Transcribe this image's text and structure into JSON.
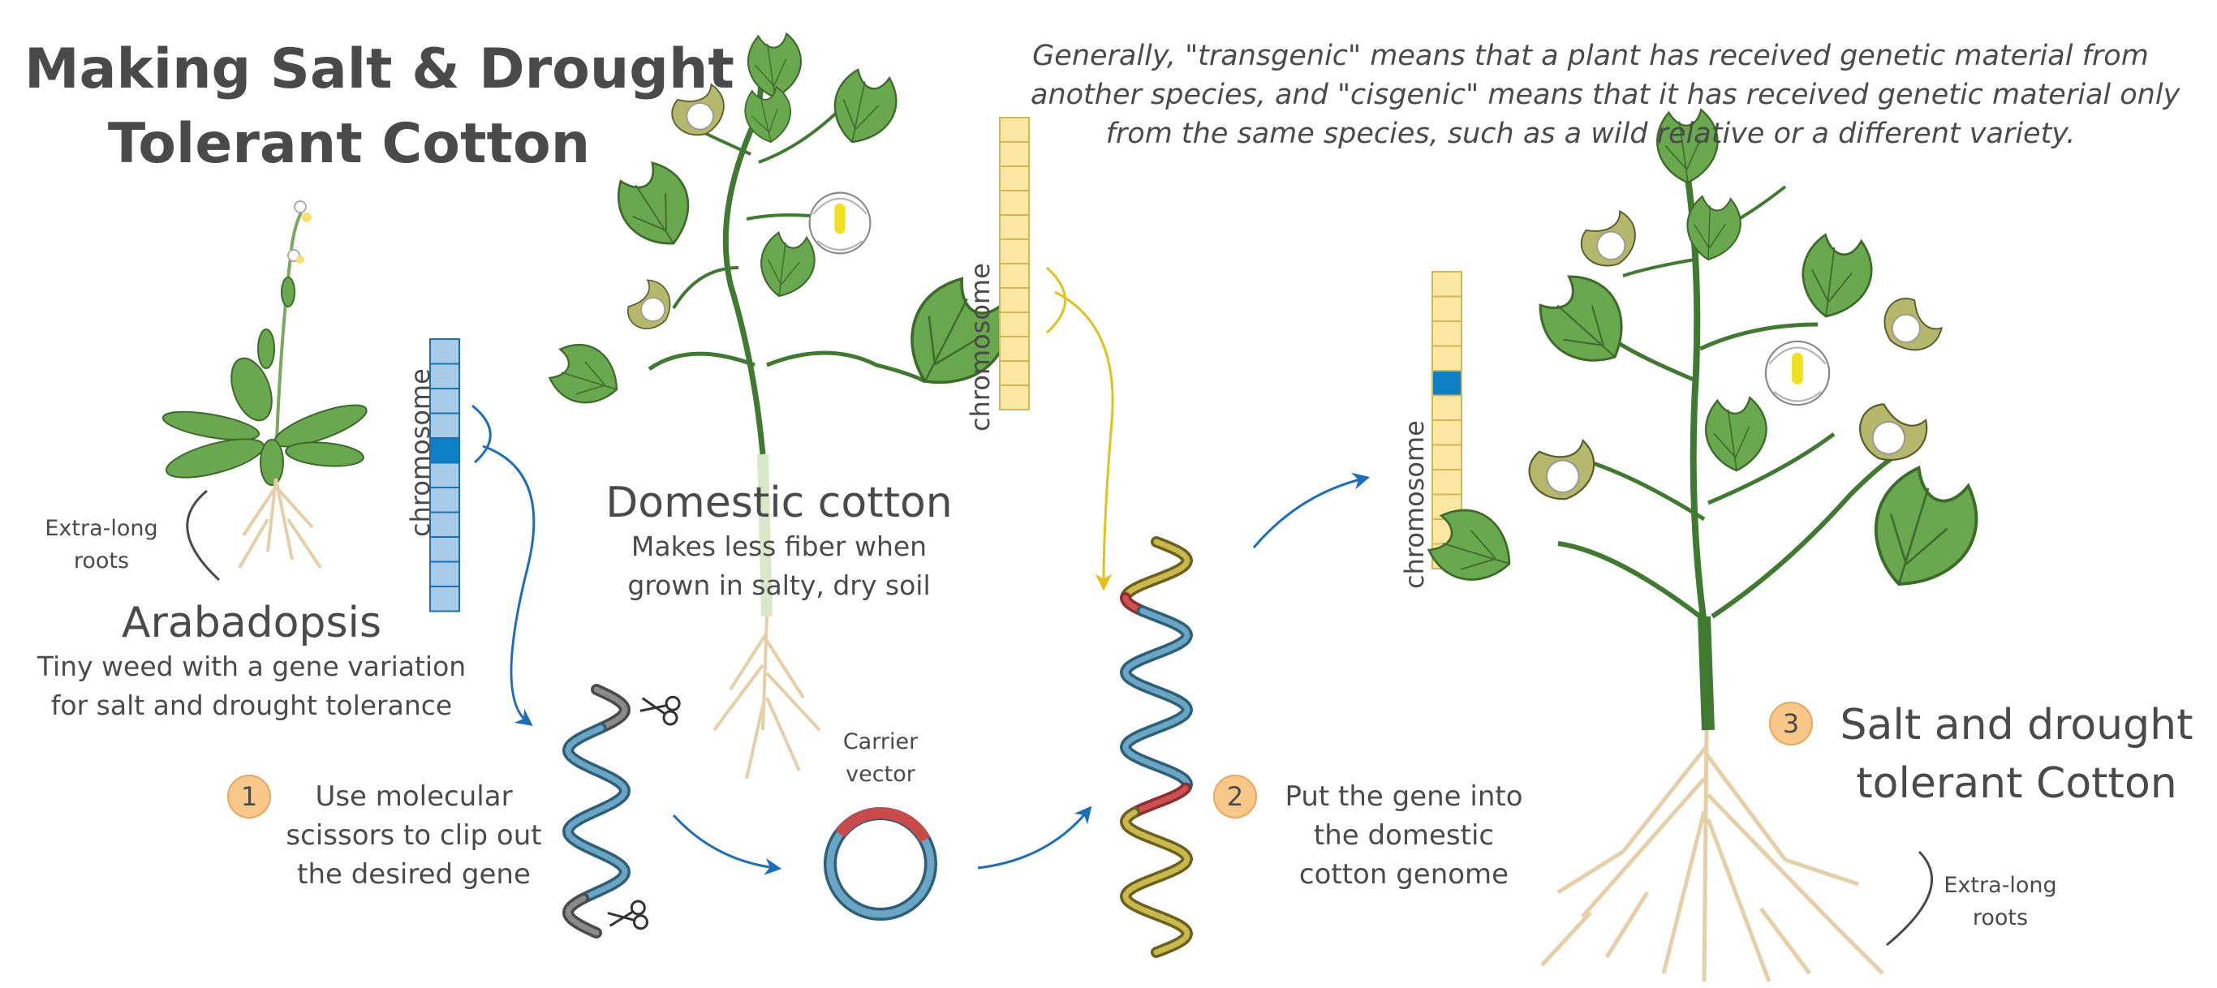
{
  "title": {
    "line1": "Making Salt & Drought",
    "line2": "Tolerant Cotton"
  },
  "note": {
    "line1": "Generally, \"transgenic\" means that a plant has received genetic material from",
    "line2": "another species, and \"cisgenic\" means that it has received genetic material only",
    "line3": "from the same species, such as a wild relative or a different variety."
  },
  "arabadopsis": {
    "name": "Arabadopsis",
    "desc1": "Tiny weed with a gene variation",
    "desc2": "for salt and drought tolerance",
    "roots1": "Extra-long",
    "roots2": "roots"
  },
  "domestic": {
    "name": "Domestic cotton",
    "desc1": "Makes less fiber when",
    "desc2": "grown in salty, dry soil"
  },
  "chromosome_label": "chromosome",
  "carrier": {
    "line1": "Carrier",
    "line2": "vector"
  },
  "steps": [
    {
      "num": "1",
      "line1": "Use molecular",
      "line2": "scissors to clip out",
      "line3": "the desired gene"
    },
    {
      "num": "2",
      "line1": "Put the gene into",
      "line2": "the domestic",
      "line3": "cotton genome"
    },
    {
      "num": "3",
      "line1": "Salt and drought",
      "line2": "tolerant Cotton"
    }
  ],
  "result_roots": {
    "line1": "Extra-long",
    "line2": "roots"
  },
  "colors": {
    "blue_chromosome": "#a8cbe8",
    "blue_gene": "#0d7fc4",
    "yellow_chromosome": "#fbe6a2",
    "arrow_blue": "#1a6fb8",
    "arrow_yellow": "#e0c21a",
    "leaf": "#6aa84f",
    "badge": "#f9c889"
  }
}
